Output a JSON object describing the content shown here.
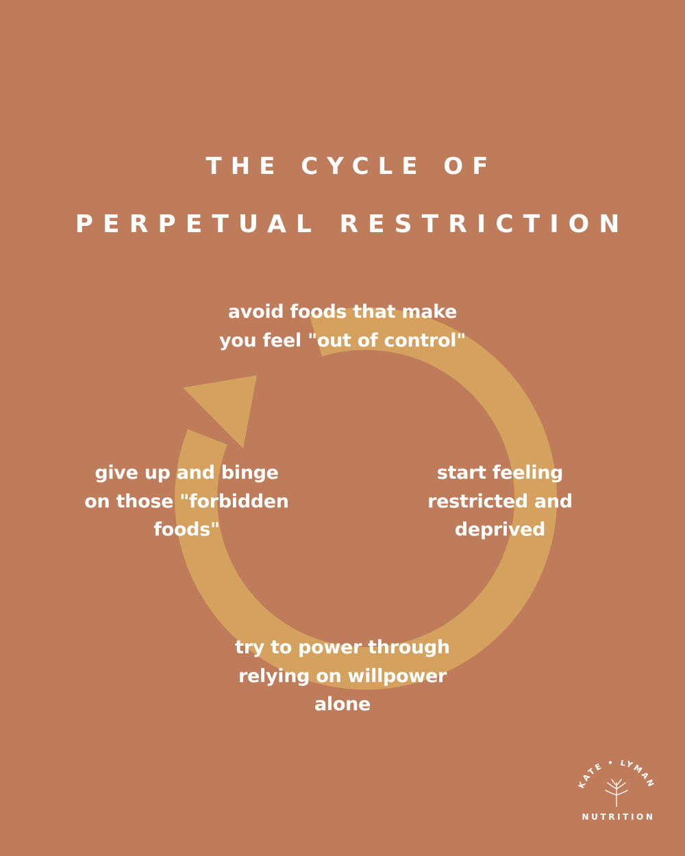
{
  "colors": {
    "background": "#be7c5b",
    "arrow": "#d4a25e",
    "text": "#ffffff"
  },
  "title": {
    "line1": "THE CYCLE OF",
    "line2": "PERPETUAL RESTRICTION"
  },
  "cycle": {
    "direction": "clockwise",
    "steps": [
      {
        "lines": [
          "avoid foods that make",
          "you feel \"out of control\""
        ]
      },
      {
        "lines": [
          "start feeling",
          "restricted and",
          "deprived"
        ]
      },
      {
        "lines": [
          "try to power through",
          "relying on willpower",
          "alone"
        ]
      },
      {
        "lines": [
          "give up and binge",
          "on those \"forbidden",
          "foods\""
        ]
      }
    ]
  },
  "logo": {
    "arc_text": "KATE • LYMAN",
    "sub_text": "NUTRITION",
    "icon": "wheat-sprig-icon"
  }
}
